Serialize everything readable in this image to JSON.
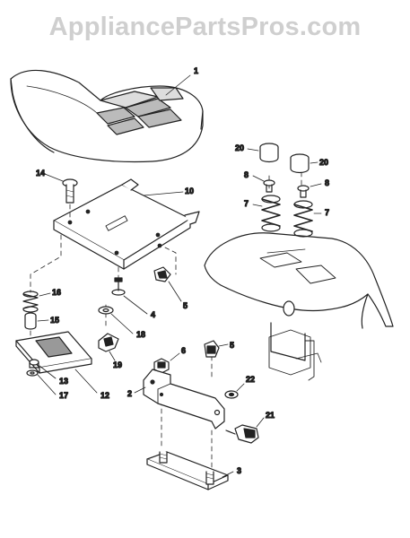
{
  "watermark": "AppliancePartsPros.com",
  "callouts": {
    "seat": "1",
    "seat_pan_bracket": "10",
    "screw_14": "14",
    "spring_16": "16",
    "spacer_15": "15",
    "bracket_12": "12",
    "nut_13": "13",
    "washer_17": "17",
    "bolt_4": "4",
    "washer_18": "18",
    "knob_19": "19",
    "spacer_20_left": "20",
    "spacer_20_right": "20",
    "washer_8_left": "8",
    "washer_8_right": "8",
    "spring_7_left": "7",
    "spring_7_right": "7",
    "nut_5_top": "5",
    "nut_5_lower": "5",
    "nut_6": "6",
    "hinge_2": "2",
    "washer_22": "22",
    "knob_21": "21",
    "plate_3": "3"
  }
}
